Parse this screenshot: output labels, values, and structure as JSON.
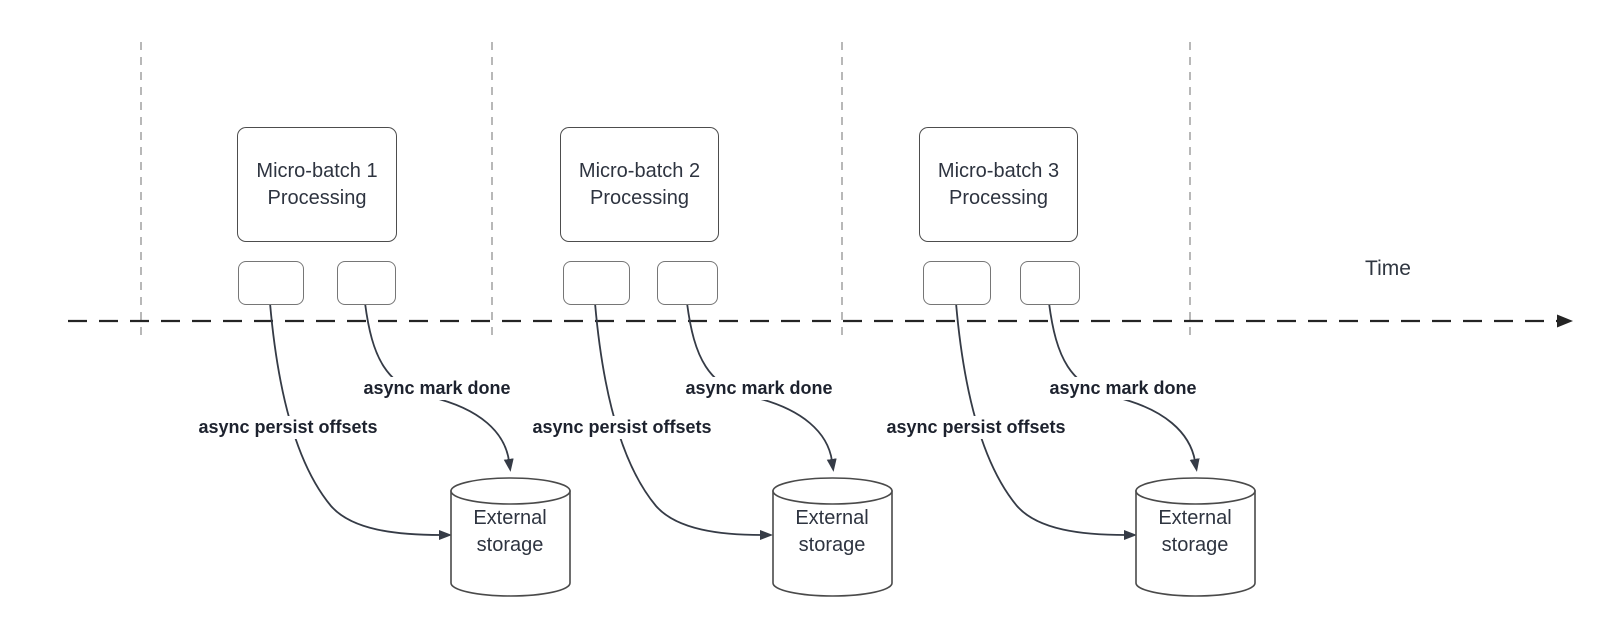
{
  "diagram": {
    "kind": "micro-batch-processing-timeline",
    "timeline": {
      "label": "Time"
    },
    "groups": [
      {
        "box_label": "Micro-batch 1 Processing",
        "persist_label": "async persist offsets",
        "mark_done_label": "async mark done",
        "storage_label": "External storage"
      },
      {
        "box_label": "Micro-batch 2 Processing",
        "persist_label": "async persist offsets",
        "mark_done_label": "async mark done",
        "storage_label": "External storage"
      },
      {
        "box_label": "Micro-batch 3 Processing",
        "persist_label": "async persist offsets",
        "mark_done_label": "async mark done",
        "storage_label": "External storage"
      }
    ],
    "colors": {
      "curve": "#353b46",
      "timeline": "#242424",
      "guide_line": "#a6a6a6",
      "box_border": "#4d4d4d",
      "cylinder_border": "#4a4a4a",
      "text": "#2e3440",
      "label_text": "#1d222e"
    }
  }
}
